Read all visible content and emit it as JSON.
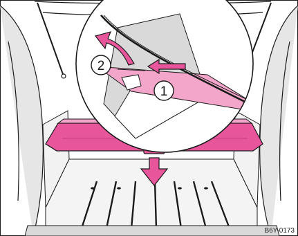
{
  "figure": {
    "callouts": [
      {
        "id": "1",
        "label": "1"
      },
      {
        "id": "2",
        "label": "2"
      }
    ],
    "reference_code": "B6Y-0173",
    "colors": {
      "highlight": "#e7559b",
      "highlight_light": "#f3a6c9",
      "line": "#1a1a1a",
      "shade": "#d9d9d9",
      "background": "#ffffff"
    },
    "icons": {
      "pull_arrow": "arrow-down-icon",
      "lift_arrow": "curved-arrow-icon",
      "slide_arrow": "arrow-left-icon"
    }
  }
}
